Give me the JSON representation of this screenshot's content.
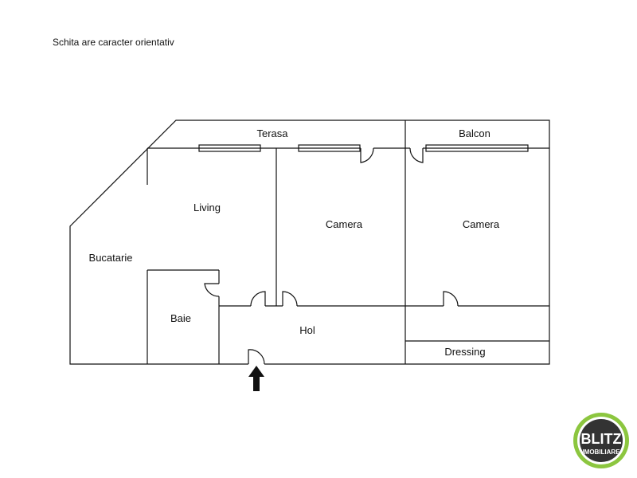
{
  "note": "Schita are caracter orientativ",
  "rooms": {
    "terasa": "Terasa",
    "balcon": "Balcon",
    "living": "Living",
    "camera1": "Camera",
    "camera2": "Camera",
    "bucatarie": "Bucatarie",
    "baie": "Baie",
    "hol": "Hol",
    "dressing": "Dressing"
  },
  "logo": {
    "line1": "BLITZ",
    "line2": "IMOBILIARE"
  },
  "colors": {
    "line": "#111111",
    "logo_ring": "#8cc63f",
    "logo_dark": "#333333"
  }
}
